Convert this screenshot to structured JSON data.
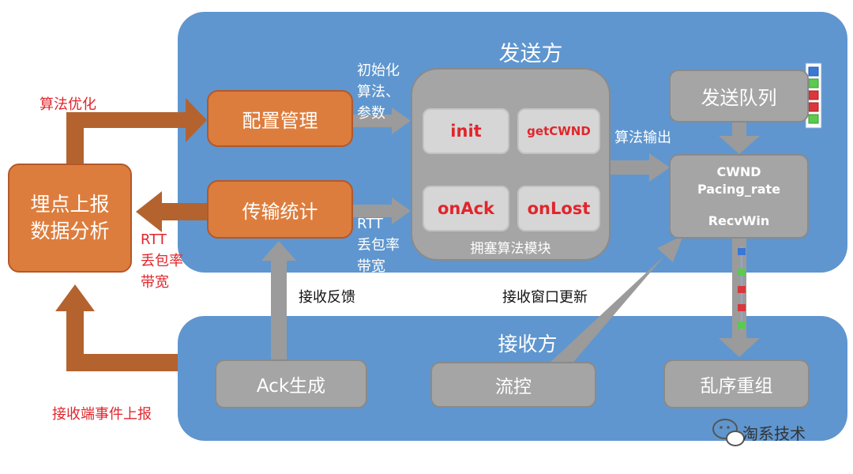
{
  "sender": {
    "title": "发送方",
    "config_box": "配置管理",
    "transfer_box": "传输统计",
    "cc_module": {
      "label": "拥塞算法模块",
      "init": "init",
      "getcwnd": "getCWND",
      "onack": "onAck",
      "onlost": "onLost"
    },
    "send_queue": "发送队列",
    "params_box": [
      "CWND",
      "Pacing_rate",
      "RecvWin"
    ]
  },
  "receiver": {
    "title": "接收方",
    "ack_gen": "Ack生成",
    "flow_ctrl": "流控",
    "reorder": "乱序重组"
  },
  "analysis_box": [
    "埋点上报",
    "数据分析"
  ],
  "labels": {
    "algo_optimize": "算法优化",
    "init_params": [
      "初始化",
      "算法、",
      "参数"
    ],
    "rtt_white": [
      "RTT",
      "丢包率",
      "带宽"
    ],
    "algo_output": "算法输出",
    "rtt_red": [
      "RTT",
      "丢包率",
      "带宽"
    ],
    "recv_feedback": "接收反馈",
    "recv_window_update": "接收窗口更新",
    "receiver_event_report": "接收端事件上报"
  },
  "watermark": "淘系技术",
  "colors": {
    "region_blue": "#5f96cf",
    "orange_box": "#dd7d3d",
    "brown_arrow": "#b4632f",
    "gray_box": "#a5a5a5",
    "red_text": "#e0262c",
    "queue_blue": "#3a78d4",
    "queue_green": "#5cc94f",
    "queue_red": "#d9373b"
  }
}
